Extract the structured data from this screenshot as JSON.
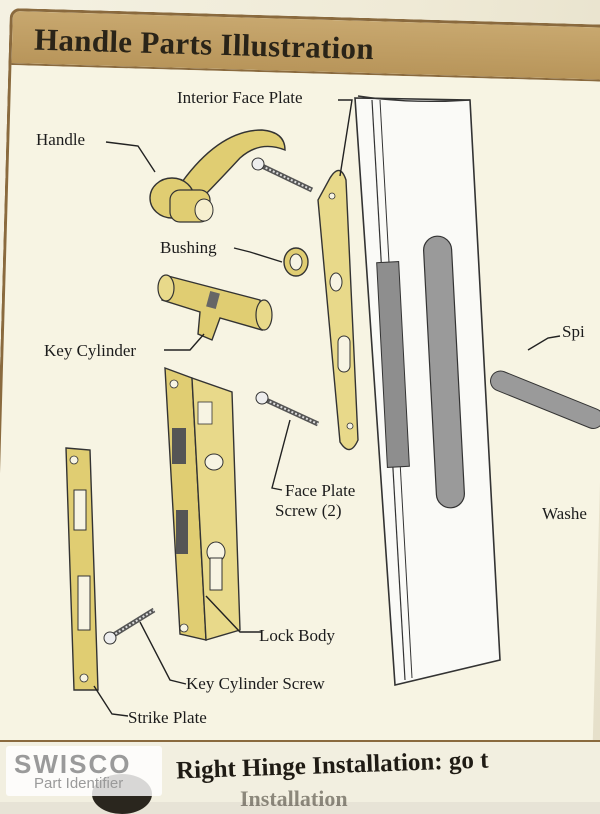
{
  "document": {
    "title": "Handle Parts Illustration",
    "labels": {
      "interior_face_plate": "Interior Face Plate",
      "handle": "Handle",
      "bushing": "Bushing",
      "key_cylinder": "Key Cylinder",
      "face_plate_screw_line1": "Face Plate",
      "face_plate_screw_line2": "Screw (2)",
      "lock_body": "Lock Body",
      "key_cylinder_screw": "Key Cylinder Screw",
      "strike_plate": "Strike Plate",
      "spindle_partial": "Spi",
      "washer_partial": "Washe"
    },
    "footer": {
      "heading": "Right Hinge Installation: go t",
      "subheading": "Installation"
    }
  },
  "watermark": {
    "brand": "SWISCO",
    "tagline": "Part Identifier"
  },
  "colors": {
    "brass": "#e0cd72",
    "frame": "#8a6a3e"
  }
}
